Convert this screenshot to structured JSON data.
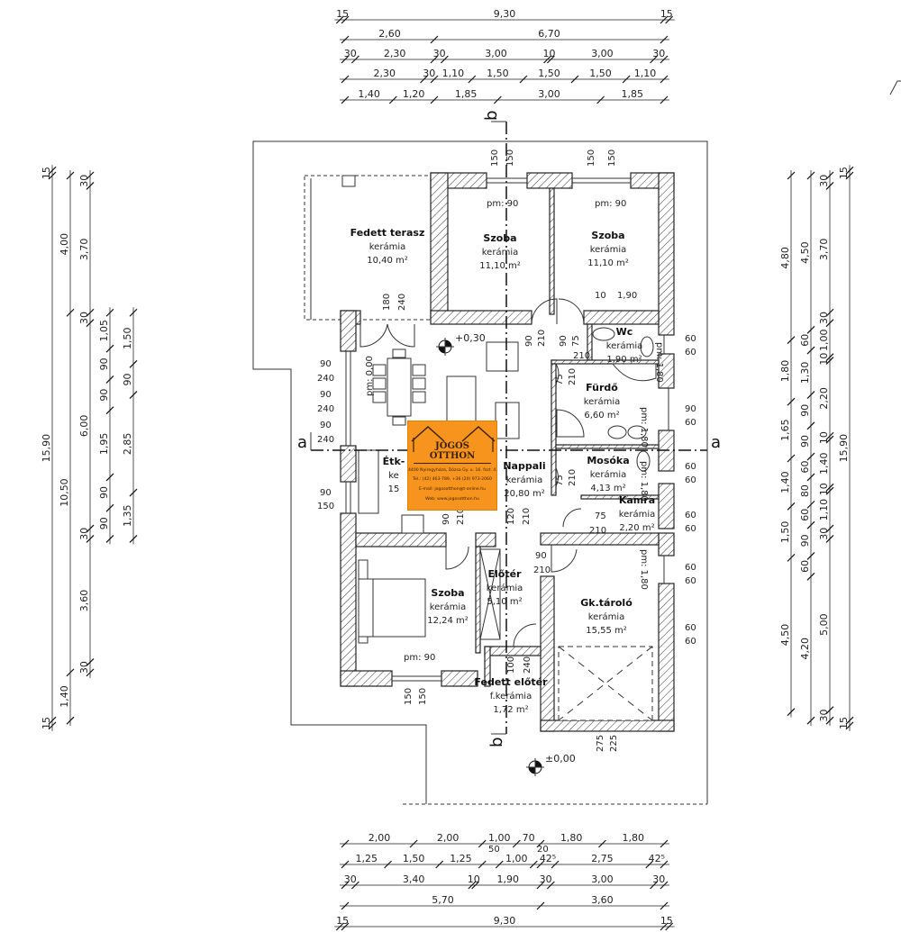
{
  "rooms": [
    {
      "name": "Fedett terasz",
      "floor": "kerámia",
      "area": "10,40 m²"
    },
    {
      "name": "Szoba",
      "floor": "kerámia",
      "area": "11,10 m²"
    },
    {
      "name": "Szoba",
      "floor": "kerámia",
      "area": "11,10 m²"
    },
    {
      "name": "Wc",
      "floor": "kerámia",
      "area": "1,90 m²"
    },
    {
      "name": "Fürdő",
      "floor": "kerámia",
      "area": "6,60 m²"
    },
    {
      "name": "Mosóka",
      "floor": "kerámia",
      "area": "4,13 m²"
    },
    {
      "name": "Kamra",
      "floor": "kerámia",
      "area": "2,20 m²"
    },
    {
      "name": "Nappali",
      "floor": "kerámia",
      "area": "20,80 m²"
    },
    {
      "name": "Étk-",
      "floor": "ke",
      "area": "15"
    },
    {
      "name": "Szoba",
      "floor": "kerámia",
      "area": "12,24 m²"
    },
    {
      "name": "Előtér",
      "floor": "kerámia",
      "area": "5,10 m²"
    },
    {
      "name": "Gk.tároló",
      "floor": "kerámia",
      "area": "15,55 m²"
    },
    {
      "name": "Fedett előtér",
      "floor": "f.kerámia",
      "area": "1,72 m²"
    }
  ],
  "levels": {
    "upper": "+0,30",
    "ground": "±0,00"
  },
  "section_marks": {
    "a_left": "a",
    "a_right": "a",
    "b_top": "b",
    "b_bottom": "b"
  },
  "annotations": [
    "180",
    "240",
    "90",
    "240",
    "90",
    "240",
    "90",
    "240",
    "90",
    "150",
    "150",
    "150",
    "150",
    "150",
    "90",
    "210",
    "90",
    "75",
    "210",
    "10",
    "1,90",
    "pm: 90",
    "pm: 90",
    "pm: 90",
    "pm: 1,80",
    "pm: 1,80",
    "pm: 1,80",
    "pm: 1,80",
    "pm: 0,00",
    "75",
    "210",
    "75",
    "210",
    "75",
    "210",
    "90",
    "210",
    "120",
    "210",
    "90",
    "210",
    "150",
    "150",
    "100",
    "240",
    "275",
    "225",
    "60",
    "60",
    "90",
    "60",
    "60",
    "60",
    "60",
    "60",
    "60",
    "60",
    "60",
    "60",
    "50",
    "20"
  ],
  "logo": {
    "title": "JOGOS OTTHON",
    "lines": [
      "4400 Nyíregyháza, Dózsa Gy. u. 16. fszt. 4.",
      "Tel.: (42) 463-789, +36 (20) 973-2060",
      "E-mail: jogosotthon@t-online.hu",
      "Web: www.jogosotthon.hu"
    ],
    "color": "#f7941d"
  },
  "dims": {
    "top": [
      {
        "labels": [
          "15",
          "9,30",
          "15"
        ],
        "values": [
          0.15,
          9.3,
          0.15
        ]
      },
      {
        "labels": [
          "2,60",
          "6,70"
        ],
        "values": [
          2.6,
          6.7
        ]
      },
      {
        "labels": [
          "30",
          "2,30",
          "30",
          "3,00",
          "10",
          "3,00",
          "30"
        ],
        "values": [
          0.3,
          2.3,
          0.3,
          3.0,
          0.1,
          3.0,
          0.3
        ]
      },
      {
        "labels": [
          "2,30",
          "30",
          "1,10",
          "1,50",
          "1,50",
          "1,50",
          "1,10"
        ],
        "values": [
          2.3,
          0.3,
          1.1,
          1.5,
          1.5,
          1.5,
          1.1
        ]
      },
      {
        "labels": [
          "1,40",
          "1,20",
          "1,85",
          "3,00",
          "1,85"
        ],
        "values": [
          1.4,
          1.2,
          1.85,
          3.0,
          1.85
        ]
      }
    ],
    "bottom": [
      {
        "labels": [
          "2,00",
          "2,00",
          "1,00",
          "70",
          "1,80",
          "1,80"
        ],
        "values": [
          2.0,
          2.0,
          1.0,
          0.7,
          1.8,
          1.8
        ]
      },
      {
        "labels": [
          "1,25",
          "1,50",
          "1,25",
          "",
          "1,00",
          "",
          "42⁵",
          "2,75",
          "42⁵"
        ],
        "values": [
          1.25,
          1.5,
          1.25,
          0.5,
          1.0,
          0.2,
          0.425,
          2.75,
          0.425
        ]
      },
      {
        "labels": [
          "30",
          "3,40",
          "10",
          "1,90",
          "30",
          "3,00",
          "30"
        ],
        "values": [
          0.3,
          3.4,
          0.1,
          1.9,
          0.3,
          3.0,
          0.3
        ]
      },
      {
        "labels": [
          "5,70",
          "3,60"
        ],
        "values": [
          5.7,
          3.6
        ]
      },
      {
        "labels": [
          "15",
          "9,30",
          "15"
        ],
        "values": [
          0.15,
          9.3,
          0.15
        ]
      }
    ],
    "left": [
      {
        "labels": [
          "15",
          "15,90",
          "15"
        ],
        "values": [
          0.15,
          15.9,
          0.15
        ]
      },
      {
        "labels": [
          "4,00",
          "10,50",
          "1,40"
        ],
        "values": [
          4.0,
          10.5,
          1.4
        ]
      },
      {
        "labels": [
          "30",
          "3,70",
          "30",
          "6,00",
          "30",
          "3,60",
          "30"
        ],
        "values": [
          0.3,
          3.7,
          0.3,
          6.0,
          0.3,
          3.6,
          0.3
        ]
      },
      {
        "labels": [
          "1,05",
          "90",
          "90",
          "1,95",
          "90",
          "90"
        ],
        "values": [
          1.05,
          0.9,
          0.9,
          1.95,
          0.9,
          0.9
        ]
      },
      {
        "labels": [
          "1,50",
          "90",
          "2,85",
          "1,35"
        ],
        "values": [
          1.5,
          0.9,
          2.85,
          1.35
        ]
      }
    ],
    "right": [
      {
        "labels": [
          "4,80",
          "1,80",
          "1,65",
          "1,40",
          "1,50",
          "4,50"
        ],
        "values": [
          4.8,
          1.8,
          1.65,
          1.4,
          1.5,
          4.5
        ]
      },
      {
        "labels": [
          "4,50",
          "60",
          "1,30",
          "90",
          "90",
          "60",
          "80",
          "60",
          "90",
          "60",
          "4,20"
        ],
        "values": [
          4.5,
          0.6,
          1.3,
          0.9,
          0.9,
          0.6,
          0.8,
          0.6,
          0.9,
          0.6,
          4.2
        ]
      },
      {
        "labels": [
          "30",
          "3,70",
          "30",
          "1,00",
          "10",
          "2,20",
          "10",
          "1,40",
          "10",
          "1,10",
          "30",
          "5,00",
          "30"
        ],
        "values": [
          0.3,
          3.7,
          0.3,
          1.0,
          0.1,
          2.2,
          0.1,
          1.4,
          0.1,
          1.1,
          0.3,
          5.0,
          0.3
        ]
      },
      {
        "labels": [
          "15",
          "15,90",
          "15"
        ],
        "values": [
          0.15,
          15.9,
          0.15
        ]
      }
    ]
  }
}
